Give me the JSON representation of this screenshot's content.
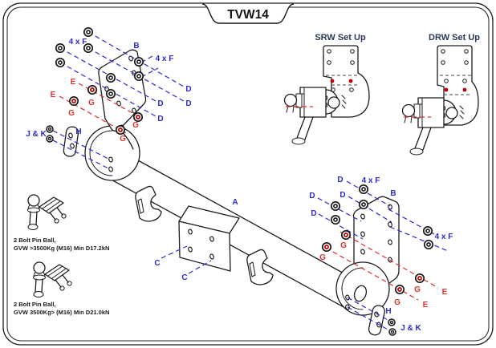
{
  "title": "TVW14",
  "setups": {
    "srw": "SRW Set Up",
    "drw": "DRW Set Up"
  },
  "part_labels": {
    "a": "A",
    "b": "B",
    "c": "C",
    "d": "D",
    "e": "E",
    "f": "4 x F",
    "g": "G",
    "h": "H",
    "jk": "J & K"
  },
  "notes": [
    {
      "line1": "2 Bolt Pin Ball,",
      "line2": "GVW >3500Kg (M16)  Min D17.2kN"
    },
    {
      "line1": "2 Bolt Pin Ball,",
      "line2": "GVW 3500Kg> (M16) Min D21.0kN"
    }
  ],
  "colors": {
    "callout_blue": "#2b2bcc",
    "callout_red": "#d93131",
    "marker_red": "#c00000",
    "ink": "#1c1c1c",
    "setup_title": "#2a3a55",
    "background": "#ffffff"
  }
}
